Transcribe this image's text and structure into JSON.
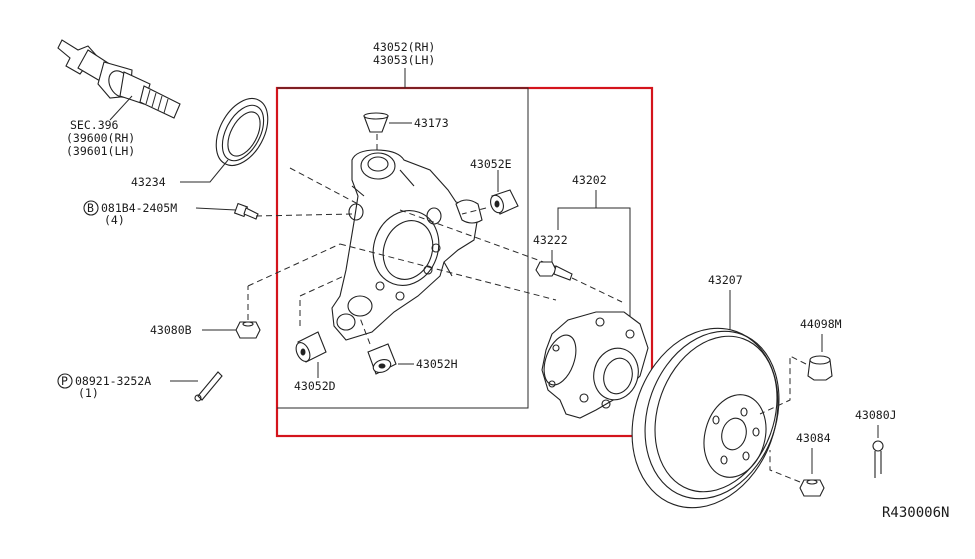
{
  "diagram": {
    "reference_code": "R430006N",
    "highlight_color": "#d4141c",
    "labels": {
      "knuckle_rh": "43052(RH)",
      "knuckle_lh": "43053(LH)",
      "seal_43173": "43173",
      "bushing_43052e": "43052E",
      "sec_396": "SEC.396",
      "sec_396_rh": "(39600(RH)",
      "sec_396_lh": "(39601(LH)",
      "seal_43234": "43234",
      "bolt_b": "081B4-2405M",
      "bolt_b_qty": "(4)",
      "nut_43080b": "43080B",
      "pin_p": "08921-3252A",
      "pin_p_qty": "(1)",
      "bushing_43052d": "43052D",
      "bushing_43052h": "43052H",
      "hub_43202": "43202",
      "bolt_43222": "43222",
      "rotor_43207": "43207",
      "cap_44098m": "44098M",
      "pin_43080j": "43080J",
      "nut_43084": "43084"
    },
    "callouts": {
      "b": "B",
      "p": "P"
    }
  }
}
